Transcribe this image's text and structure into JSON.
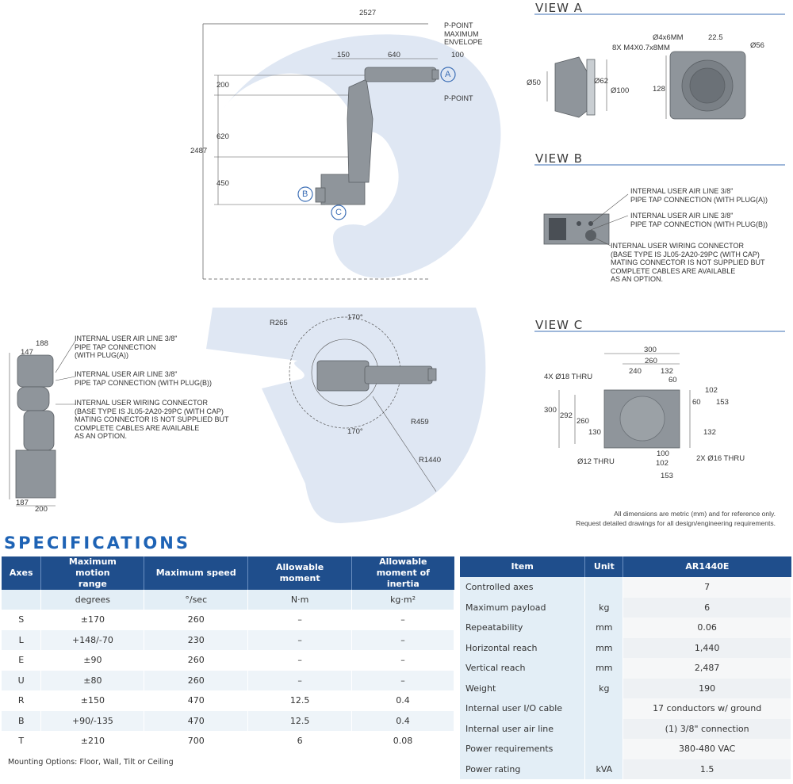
{
  "side_view": {
    "dims": [
      "2527",
      "150",
      "640",
      "100",
      "200",
      "620",
      "2487",
      "450"
    ],
    "labels": {
      "p_point_envelope": "P-POINT\nMAXIMUM\nENVELOPE",
      "p_point": "P-POINT",
      "a": "A",
      "b": "B",
      "c": "C"
    }
  },
  "views": {
    "a": {
      "title": "VIEW A",
      "dims": [
        "Ø4x6MM",
        "22.5",
        "8X M4X0.7x8MM",
        "Ø56",
        "Ø50",
        "Ø62",
        "Ø100",
        "128"
      ]
    },
    "b": {
      "title": "VIEW B",
      "notes": [
        "INTERNAL USER AIR LINE 3/8\"\nPIPE TAP CONNECTION (WITH PLUG(A))",
        "INTERNAL USER AIR LINE 3/8\"\nPIPE TAP CONNECTION (WITH PLUG(B))",
        "INTERNAL USER WIRING CONNECTOR\n(BASE TYPE IS JL05-2A20-29PC (WITH CAP)\nMATING CONNECTOR IS NOT SUPPLIED BUT\nCOMPLETE CABLES ARE AVAILABLE\nAS AN OPTION."
      ]
    },
    "c": {
      "title": "VIEW C",
      "dims": [
        "300",
        "260",
        "240",
        "132",
        "60",
        "4X Ø18 THRU",
        "102",
        "60",
        "153",
        "300",
        "292",
        "260",
        "130",
        "132",
        "Ø12 THRU",
        "100",
        "2X Ø16 THRU",
        "102",
        "153"
      ]
    }
  },
  "rear_view": {
    "dims": [
      "188",
      "147",
      "187",
      "200"
    ],
    "notes": [
      "INTERNAL USER AIR LINE 3/8\"\nPIPE TAP CONNECTION\n(WITH PLUG(A))",
      "INTERNAL USER AIR LINE 3/8\"\nPIPE TAP CONNECTION (WITH PLUG(B))",
      "INTERNAL USER WIRING CONNECTOR\n(BASE TYPE IS JL05-2A20-29PC (WITH CAP)\nMATING CONNECTOR IS NOT SUPPLIED BUT\nCOMPLETE CABLES ARE AVAILABLE\nAS AN OPTION."
    ]
  },
  "top_view": {
    "dims": [
      "R265",
      "170°",
      "R459",
      "170°",
      "R1440"
    ]
  },
  "disclaimer": {
    "line1": "All dimensions are metric (mm) and for reference only.",
    "line2": "Request detailed drawings for all design/engineering requirements."
  },
  "specifications": {
    "title": "SPECIFICATIONS",
    "axes_table": {
      "headers": [
        "Axes",
        "Maximum motion range",
        "Maximum speed",
        "Allowable moment",
        "Allowable moment of inertia"
      ],
      "units": [
        "",
        "degrees",
        "°/sec",
        "N·m",
        "kg·m²"
      ],
      "rows": [
        [
          "S",
          "±170",
          "260",
          "–",
          "–"
        ],
        [
          "L",
          "+148/-70",
          "230",
          "–",
          "–"
        ],
        [
          "E",
          "±90",
          "260",
          "–",
          "–"
        ],
        [
          "U",
          "±80",
          "260",
          "–",
          "–"
        ],
        [
          "R",
          "±150",
          "470",
          "12.5",
          "0.4"
        ],
        [
          "B",
          "+90/-135",
          "470",
          "12.5",
          "0.4"
        ],
        [
          "T",
          "±210",
          "700",
          "6",
          "0.08"
        ]
      ]
    },
    "mounting": "Mounting Options: Floor, Wall, Tilt or Ceiling",
    "item_table": {
      "headers": [
        "Item",
        "Unit",
        "AR1440E"
      ],
      "rows": [
        [
          "Controlled axes",
          "",
          "7"
        ],
        [
          "Maximum payload",
          "kg",
          "6"
        ],
        [
          "Repeatability",
          "mm",
          "0.06"
        ],
        [
          "Horizontal reach",
          "mm",
          "1,440"
        ],
        [
          "Vertical reach",
          "mm",
          "2,487"
        ],
        [
          "Weight",
          "kg",
          "190"
        ],
        [
          "Internal user I/O cable",
          "",
          "17 conductors w/ ground"
        ],
        [
          "Internal user air line",
          "",
          "(1) 3/8\" connection"
        ],
        [
          "Power requirements",
          "",
          "380-480 VAC"
        ],
        [
          "Power rating",
          "kVA",
          "1.5"
        ]
      ]
    }
  },
  "colors": {
    "envelope_fill": "#dfe7f3",
    "header_blue": "#1f4e8c",
    "title_blue": "#1e63b5",
    "robot_grey": "#8f959b"
  }
}
